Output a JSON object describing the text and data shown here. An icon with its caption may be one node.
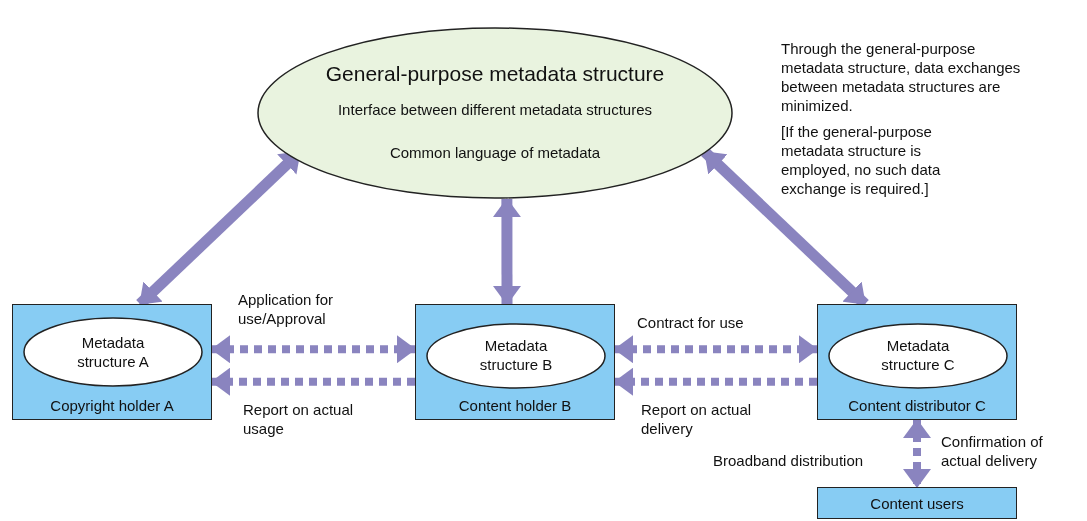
{
  "diagram": {
    "nodes": [
      {
        "text": [
          "General-purpose metadata structure",
          "Interface between different metadata structures",
          "Common language of metadata"
        ]
      },
      {
        "text": [
          "Copyright holder A"
        ]
      },
      {
        "text": [
          "Metadata structure A"
        ],
        "in": 1
      },
      {
        "text": [
          "Content holder B"
        ]
      },
      {
        "text": [
          "Metadata structure B"
        ],
        "in": 3
      },
      {
        "text": [
          "Content distributor C"
        ]
      },
      {
        "text": [
          "Metadata structure C"
        ],
        "in": 5
      },
      {
        "text": [
          "Content users"
        ]
      }
    ],
    "edges": [
      {
        "from": 0,
        "to": 1,
        "arrow": "both"
      },
      {
        "from": 0,
        "to": 3,
        "arrow": "both"
      },
      {
        "from": 0,
        "to": 5,
        "arrow": "both"
      },
      {
        "from": 1,
        "to": 3,
        "arrow": "both",
        "style": "dashed",
        "label": "Application for use/Approval"
      },
      {
        "from": 3,
        "to": 1,
        "arrow": "to",
        "style": "dashed",
        "label": "Report on actual usage"
      },
      {
        "from": 3,
        "to": 5,
        "arrow": "both",
        "style": "dashed",
        "label": "Contract for use"
      },
      {
        "from": 5,
        "to": 3,
        "arrow": "to",
        "style": "dashed",
        "label": "Report on actual delivery"
      },
      {
        "from": 5,
        "to": 7,
        "arrow": "both",
        "style": "dashed",
        "label": "Broadband distribution"
      }
    ],
    "labels": [
      "Through the general-purpose metadata structure, data exchanges between metadata structures are minimized.",
      "[If the general-purpose metadata structure is employed, no such data exchange is required.]",
      "Confirmation of actual delivery"
    ]
  }
}
